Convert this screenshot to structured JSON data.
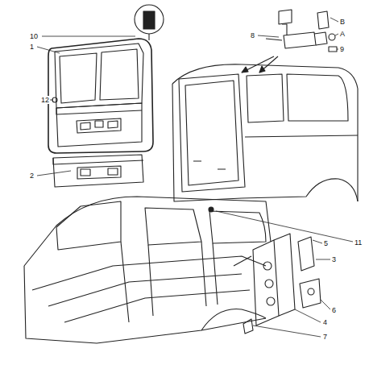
{
  "diagram": {
    "labels": [
      "10",
      "1",
      "12",
      "2",
      "8",
      "B",
      "A",
      "9",
      "11",
      "5",
      "3",
      "6",
      "4",
      "7"
    ]
  }
}
